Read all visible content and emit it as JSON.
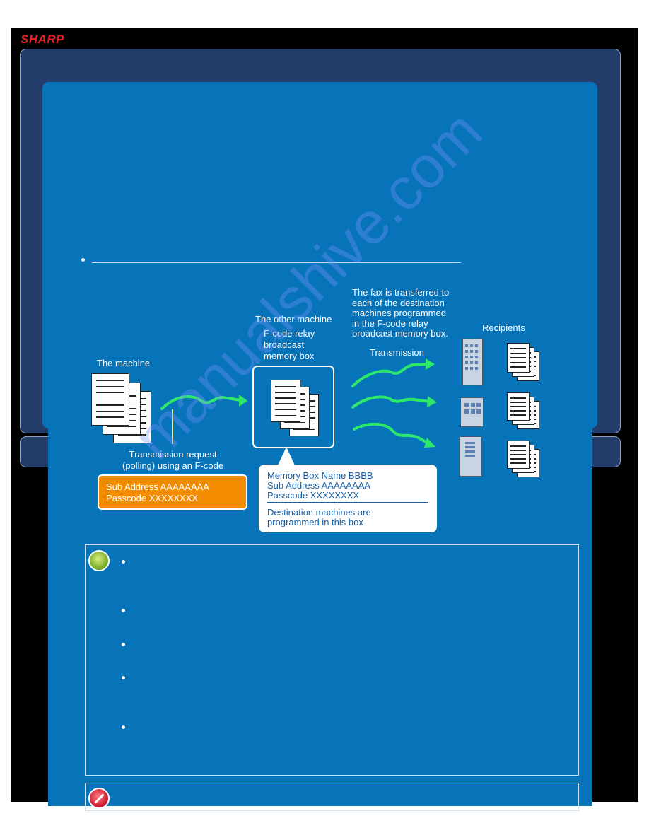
{
  "brand": {
    "logo_text": "SHARP",
    "logo_color": "#e8202a"
  },
  "diagram": {
    "machine_label": "The machine",
    "other_machine_label": "The other machine",
    "box_label": "F-code relay\nbroadcast\nmemory box",
    "transfer_note": "The fax is transferred to\neach of the destination\nmachines programmed\nin the F-code relay\nbroadcast memory box.",
    "transmission_label": "Transmission",
    "recipients_label": "Recipients",
    "request_label": "Transmission request\n(polling) using an F-code",
    "orange_box": {
      "line1": "Sub Address AAAAAAAA",
      "line2": "Passcode XXXXXXXX"
    },
    "callout": {
      "top": "Memory Box Name BBBB\nSub Address AAAAAAAA\nPasscode XXXXXXXX",
      "bottom": "Destination machines are\nprogrammed in this box"
    }
  },
  "watermark": "manualshive.com",
  "colors": {
    "panel": "#0773b8",
    "frame": "#233c6a",
    "arrow": "#2ee86a",
    "orange": "#f28b00"
  },
  "icons": [
    "lightbulb-icon",
    "prohibited-icon",
    "document-stack-icon",
    "building-icon",
    "green-arrow-icon"
  ]
}
